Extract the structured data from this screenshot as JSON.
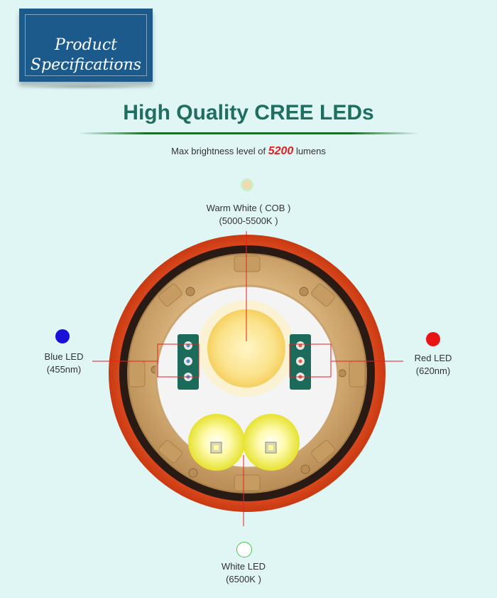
{
  "badge": {
    "line1": "Product",
    "line2": "Specifications"
  },
  "headline": "High Quality CREE LEDs",
  "brightness": {
    "prefix": "Max brightness level of",
    "value": "5200",
    "suffix": "lumens"
  },
  "leds": {
    "warm_white": {
      "name": "Warm White ( COB )",
      "spec": "(5000-5500K )",
      "color": "#f4d8ae"
    },
    "blue": {
      "name": "Blue LED",
      "spec": "(455nm)",
      "color": "#1a10d8"
    },
    "red": {
      "name": "Red LED",
      "spec": "(620nm)",
      "color": "#e81515"
    },
    "white": {
      "name": "White LED",
      "spec": "(6500K )",
      "color": "#ffffff"
    }
  },
  "colors": {
    "accent_green": "#1f6e60",
    "highlight_red": "#e02020",
    "brand_blue": "#1d5a8c"
  }
}
